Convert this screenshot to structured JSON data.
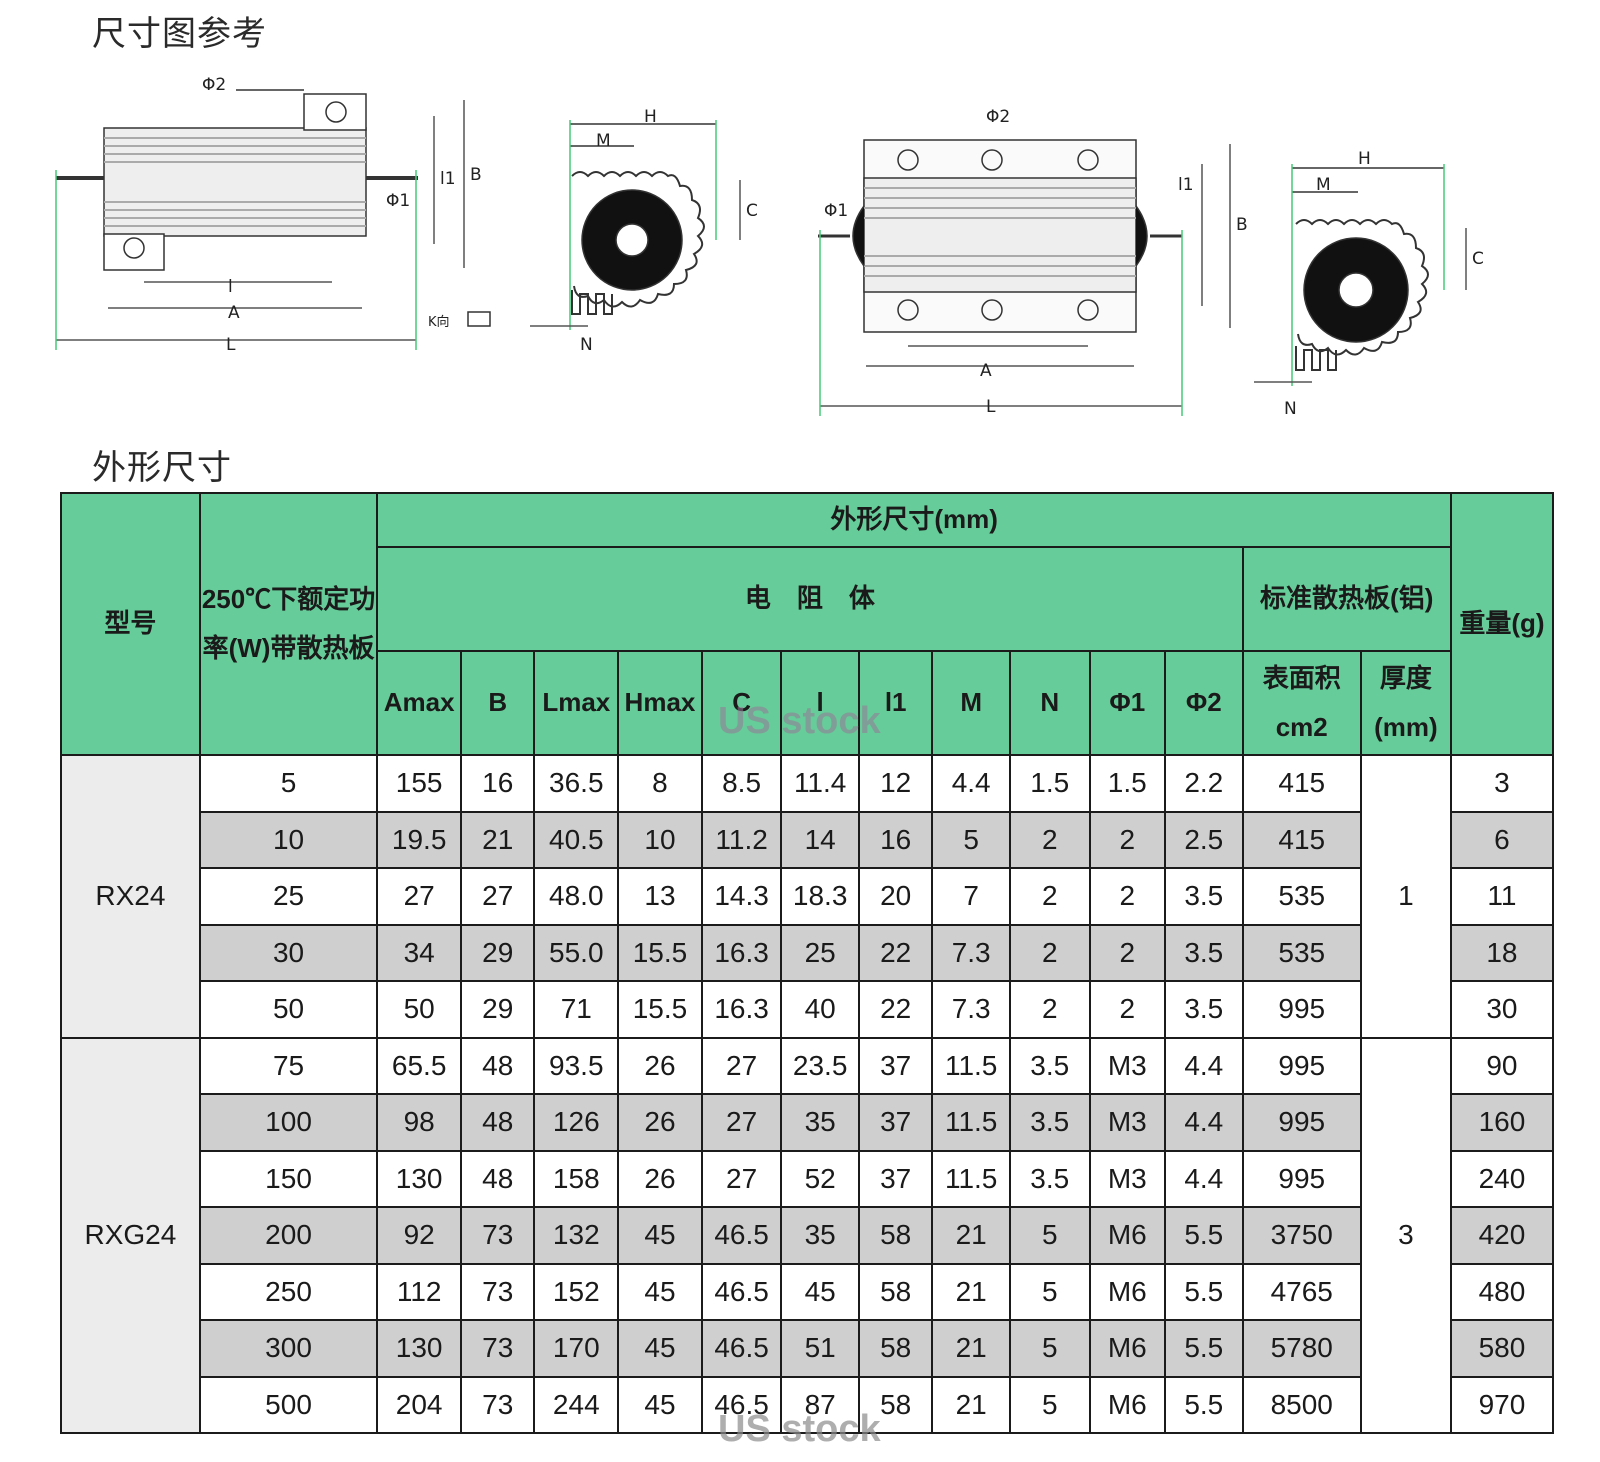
{
  "titles": {
    "drawing": "尺寸图参考",
    "dimensions": "外形尺寸"
  },
  "diagram_labels": {
    "phi1": "Φ1",
    "phi2": "Φ2",
    "B": "B",
    "l1": "l1",
    "l": "l",
    "A": "A",
    "L": "L",
    "H": "H",
    "M": "M",
    "C": "C",
    "N": "N",
    "K": "K向"
  },
  "table": {
    "headers": {
      "model": "型号",
      "power": "250℃下额定功率(W)带散热板",
      "outer": "外形尺寸(mm)",
      "resistor": "电　阻　体",
      "heatsink": "标准散热板(铝)",
      "weight": "重量(g)",
      "columns": [
        "Amax",
        "B",
        "Lmax",
        "Hmax",
        "C",
        "l",
        "l1",
        "M",
        "N",
        "Φ1",
        "Φ2"
      ],
      "area": "表面积cm2",
      "thickness": "厚度(mm)"
    },
    "groups": [
      {
        "model": "RX24",
        "thickness": "1",
        "rows": [
          {
            "power": "5",
            "vals": [
              "155",
              "16",
              "36.5",
              "8",
              "8.5",
              "11.4",
              "12",
              "4.4",
              "1.5",
              "1.5",
              "2.2"
            ],
            "area": "415",
            "weight": "3"
          },
          {
            "power": "10",
            "vals": [
              "19.5",
              "21",
              "40.5",
              "10",
              "11.2",
              "14",
              "16",
              "5",
              "2",
              "2",
              "2.5"
            ],
            "area": "415",
            "weight": "6"
          },
          {
            "power": "25",
            "vals": [
              "27",
              "27",
              "48.0",
              "13",
              "14.3",
              "18.3",
              "20",
              "7",
              "2",
              "2",
              "3.5"
            ],
            "area": "535",
            "weight": "11"
          },
          {
            "power": "30",
            "vals": [
              "34",
              "29",
              "55.0",
              "15.5",
              "16.3",
              "25",
              "22",
              "7.3",
              "2",
              "2",
              "3.5"
            ],
            "area": "535",
            "weight": "18"
          },
          {
            "power": "50",
            "vals": [
              "50",
              "29",
              "71",
              "15.5",
              "16.3",
              "40",
              "22",
              "7.3",
              "2",
              "2",
              "3.5"
            ],
            "area": "995",
            "weight": "30"
          }
        ]
      },
      {
        "model": "RXG24",
        "thickness": "3",
        "rows": [
          {
            "power": "75",
            "vals": [
              "65.5",
              "48",
              "93.5",
              "26",
              "27",
              "23.5",
              "37",
              "11.5",
              "3.5",
              "M3",
              "4.4"
            ],
            "area": "995",
            "weight": "90"
          },
          {
            "power": "100",
            "vals": [
              "98",
              "48",
              "126",
              "26",
              "27",
              "35",
              "37",
              "11.5",
              "3.5",
              "M3",
              "4.4"
            ],
            "area": "995",
            "weight": "160"
          },
          {
            "power": "150",
            "vals": [
              "130",
              "48",
              "158",
              "26",
              "27",
              "52",
              "37",
              "11.5",
              "3.5",
              "M3",
              "4.4"
            ],
            "area": "995",
            "weight": "240"
          },
          {
            "power": "200",
            "vals": [
              "92",
              "73",
              "132",
              "45",
              "46.5",
              "35",
              "58",
              "21",
              "5",
              "M6",
              "5.5"
            ],
            "area": "3750",
            "weight": "420"
          },
          {
            "power": "250",
            "vals": [
              "112",
              "73",
              "152",
              "45",
              "46.5",
              "45",
              "58",
              "21",
              "5",
              "M6",
              "5.5"
            ],
            "area": "4765",
            "weight": "480"
          },
          {
            "power": "300",
            "vals": [
              "130",
              "73",
              "170",
              "45",
              "46.5",
              "51",
              "58",
              "21",
              "5",
              "M6",
              "5.5"
            ],
            "area": "5780",
            "weight": "580"
          },
          {
            "power": "500",
            "vals": [
              "204",
              "73",
              "244",
              "45",
              "46.5",
              "87",
              "58",
              "21",
              "5",
              "M6",
              "5.5"
            ],
            "area": "8500",
            "weight": "970"
          }
        ]
      }
    ]
  },
  "watermarks": [
    "US stock",
    "US stock"
  ],
  "colors": {
    "header_green": "#66cc99",
    "row_gray": "#cfcfcf",
    "model_gray": "#ececec"
  }
}
